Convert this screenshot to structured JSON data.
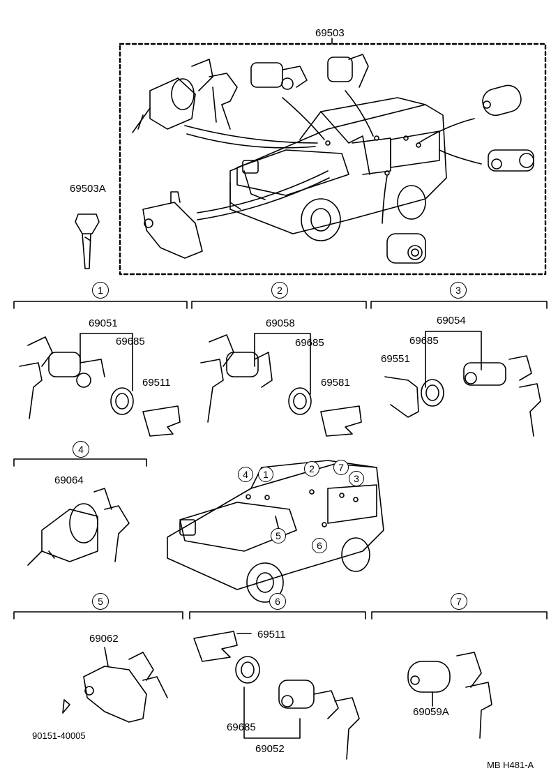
{
  "assembly": {
    "label": "69503",
    "spare_key_label": "69503A"
  },
  "sections": [
    {
      "number": "1",
      "parts": {
        "cylinder": "69051",
        "gasket": "69685",
        "clip": "69511"
      }
    },
    {
      "number": "2",
      "parts": {
        "cylinder": "69058",
        "gasket": "69685",
        "clip": "69581"
      }
    },
    {
      "number": "3",
      "parts": {
        "cylinder": "69054",
        "gasket": "69685",
        "clip": "69551"
      }
    },
    {
      "number": "4",
      "parts": {
        "cylinder": "69064"
      }
    },
    {
      "number": "5",
      "parts": {
        "lock": "69062",
        "screw": "90151-40005"
      }
    },
    {
      "number": "6",
      "parts": {
        "clip": "69511",
        "gasket": "69685",
        "cylinder": "69052"
      }
    },
    {
      "number": "7",
      "parts": {
        "cylinder": "69059A"
      }
    }
  ],
  "vehicle_callouts": [
    "4",
    "1",
    "2",
    "7",
    "3",
    "5",
    "6"
  ],
  "footer": {
    "code": "MB  H481-A"
  }
}
